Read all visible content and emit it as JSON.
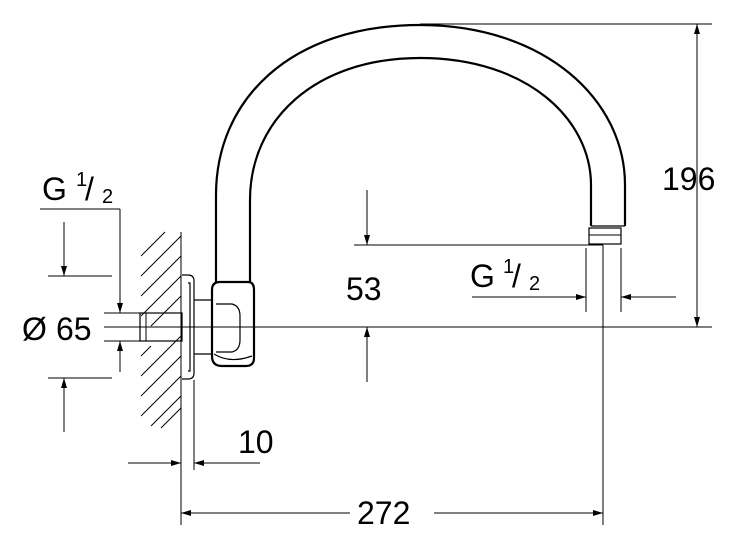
{
  "labels": {
    "height_total": "196",
    "height_offset": "53",
    "thread_outlet_main": "G",
    "thread_outlet_sup": "1",
    "thread_outlet_sub": "2",
    "thread_wall_main": "G",
    "thread_wall_sup": "1",
    "thread_wall_sub": "2",
    "diameter_symbol": "Ø",
    "diameter_value": "65",
    "wall_gap": "10",
    "projection": "272"
  }
}
